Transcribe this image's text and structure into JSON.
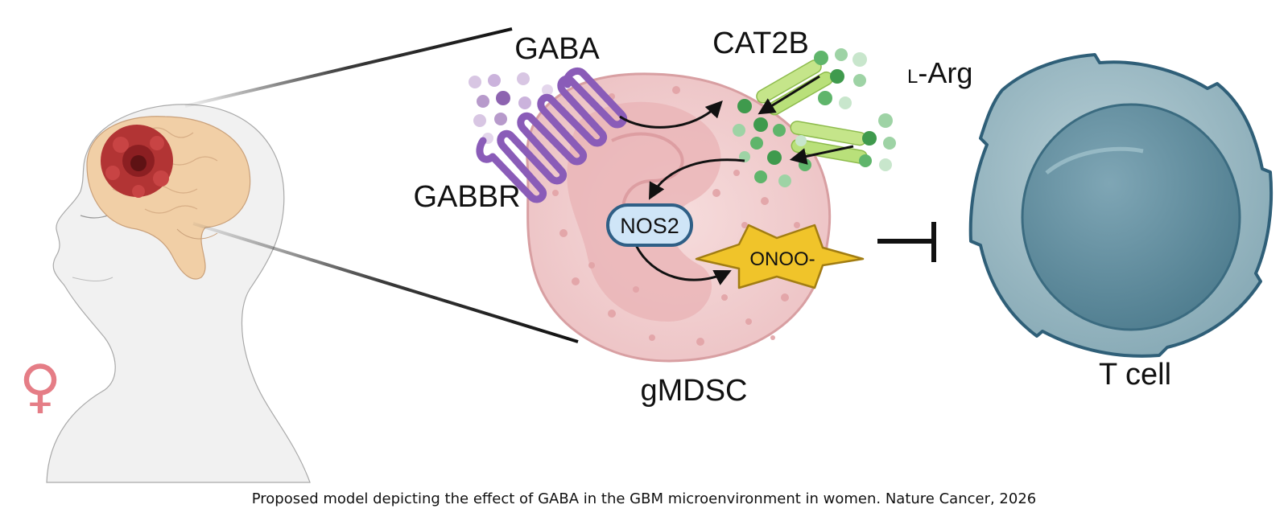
{
  "labels": {
    "gaba": "GABA",
    "cat2b": "CAT2B",
    "l_arg_prefix": "L",
    "l_arg_suffix": "-Arg",
    "gabbr": "GABBR",
    "nos2": "NOS2",
    "onoo": "ONOO-",
    "gmdsc": "gMDSC",
    "t_cell": "T cell"
  },
  "female_symbol": "♀",
  "caption": "Proposed model depicting the effect of GABA in the GBM microenvironment in women. Nature Cancer, 2026",
  "colors": {
    "gabbr_receptor": "#8a5cb8",
    "gaba_particle": "#b79acb",
    "cat2b_transporter": "#b9e07a",
    "l_arg_particle": "#3f9a4d",
    "gmdsc_cell": "#f3d2d3",
    "nos2_fill": "#cfe5f7",
    "nos2_border": "#2f5f86",
    "onoo_star": "#f0c42a",
    "t_cell": "#8fb0bb",
    "t_cell_nucleus": "#5f8b9c",
    "tumor": "#a82b2b",
    "brain": "#f1cfa6",
    "female_symbol": "#e57d86",
    "inhibition_bar": "#111111"
  },
  "icons": [
    "head-silhouette-icon",
    "brain-icon",
    "tumor-icon",
    "gmdsc-cell-icon",
    "gabbr-receptor-icon",
    "cat2b-transporter-icon",
    "nos2-enzyme-icon",
    "onoo-star-icon",
    "inhibition-arrow-icon",
    "t-cell-icon",
    "female-symbol-icon"
  ]
}
